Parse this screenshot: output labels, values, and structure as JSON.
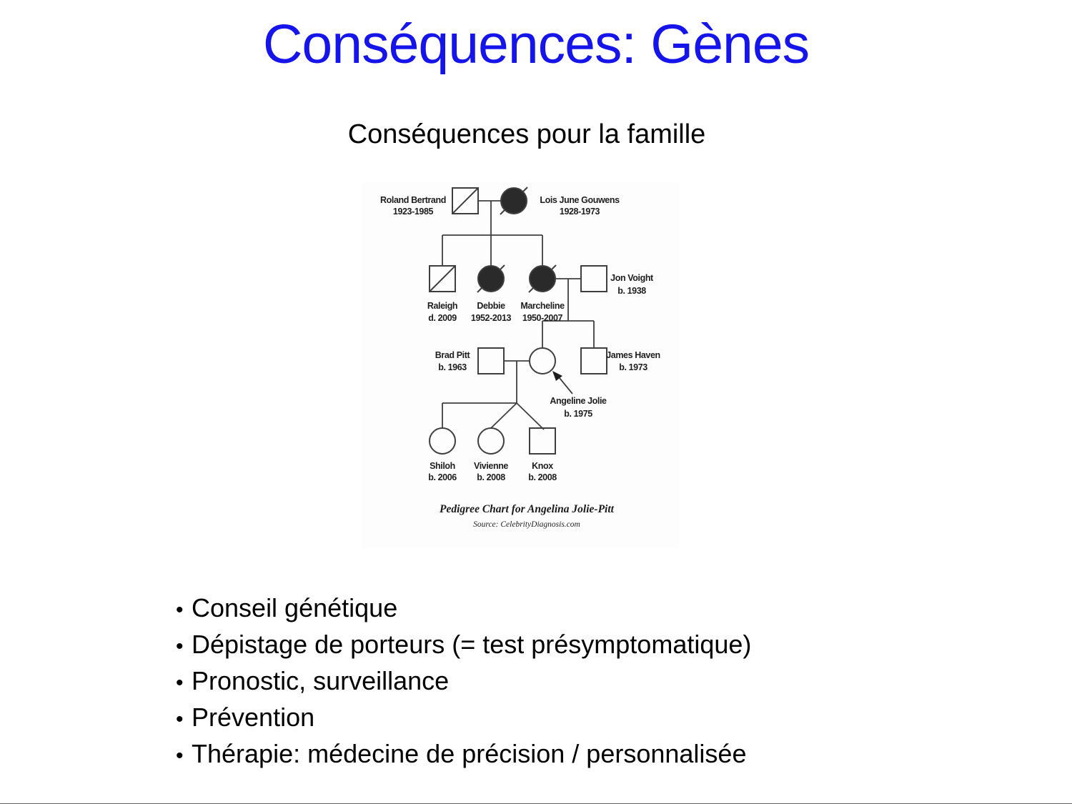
{
  "slide": {
    "title": "Conséquences: Gènes",
    "subtitle": "Conséquences pour la famille",
    "bullet_glyph": "•",
    "bullets": [
      "Conseil génétique",
      "Dépistage de porteurs (= test présymptomatique)",
      "Pronostic, surveillance",
      "Prévention",
      "Thérapie: médecine de précision / personnalisée"
    ],
    "colors": {
      "title": "#1414eb",
      "body_text": "#000000",
      "pedigree_line": "#3f3f3f",
      "pedigree_fill": "#2a2a2a"
    }
  },
  "pedigree": {
    "caption": "Pedigree Chart for Angelina Jolie-Pitt",
    "source": "Source: CelebrityDiagnosis.com",
    "people": [
      {
        "name": "Roland Bertrand",
        "dates": "1923-1985",
        "sex": "male",
        "affected": false,
        "deceased": true,
        "generation": 1
      },
      {
        "name": "Lois June Gouwens",
        "dates": "1928-1973",
        "sex": "female",
        "affected": true,
        "deceased": true,
        "generation": 1
      },
      {
        "name": "Raleigh",
        "dates": "d. 2009",
        "sex": "male",
        "affected": false,
        "deceased": true,
        "generation": 2
      },
      {
        "name": "Debbie",
        "dates": "1952-2013",
        "sex": "female",
        "affected": true,
        "deceased": true,
        "generation": 2
      },
      {
        "name": "Marcheline",
        "dates": "1950-2007",
        "sex": "female",
        "affected": true,
        "deceased": true,
        "generation": 2
      },
      {
        "name": "Jon Voight",
        "dates": "b. 1938",
        "sex": "male",
        "affected": false,
        "deceased": false,
        "generation": 2
      },
      {
        "name": "Brad Pitt",
        "dates": "b. 1963",
        "sex": "male",
        "affected": false,
        "deceased": false,
        "generation": 3
      },
      {
        "name": "Angeline Jolie",
        "dates": "b. 1975",
        "sex": "female",
        "affected": false,
        "deceased": false,
        "generation": 3,
        "proband": true
      },
      {
        "name": "James Haven",
        "dates": "b. 1973",
        "sex": "male",
        "affected": false,
        "deceased": false,
        "generation": 3
      },
      {
        "name": "Shiloh",
        "dates": "b. 2006",
        "sex": "female",
        "affected": false,
        "deceased": false,
        "generation": 4
      },
      {
        "name": "Vivienne",
        "dates": "b. 2008",
        "sex": "female",
        "affected": false,
        "deceased": false,
        "generation": 4
      },
      {
        "name": "Knox",
        "dates": "b. 2008",
        "sex": "male",
        "affected": false,
        "deceased": false,
        "generation": 4
      }
    ]
  }
}
